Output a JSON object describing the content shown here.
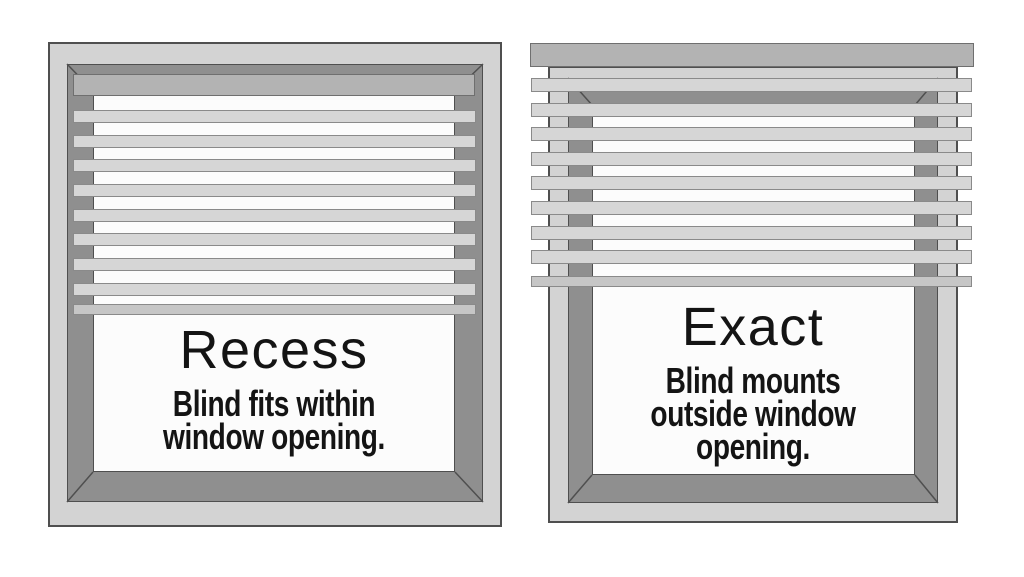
{
  "figure": {
    "subject": "window-blind-mounting-options",
    "diagrams": [
      {
        "id": "recess",
        "title": "Recess",
        "caption_lines": [
          "Blind fits within",
          "window opening."
        ],
        "slat_count": 8,
        "has_headrail": true,
        "has_bottom_rail": true
      },
      {
        "id": "exact",
        "title": "Exact",
        "caption_lines": [
          "Blind mounts",
          "outside window",
          "opening."
        ],
        "slat_count": 8,
        "has_headrail": true,
        "has_bottom_rail": true
      }
    ]
  },
  "colors": {
    "frame": "#d3d3d3",
    "jamb": "#8f8f8f",
    "pane": "#fcfcfc",
    "headrail": "#b3b3b3",
    "headrail_border": "#6f6f6f",
    "slat": "#d6d6d6",
    "slat_border": "#8a8a8a",
    "bottom_rail": "#c6c6c6",
    "outline": "#4f4f4f",
    "bevel_line": "#4f4f4f",
    "text": "#141414"
  }
}
